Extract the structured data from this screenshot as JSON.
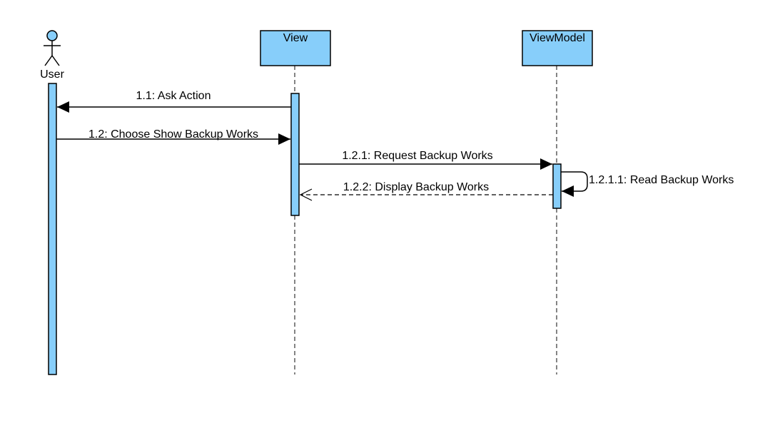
{
  "diagram": {
    "type": "sequence",
    "participants": [
      {
        "id": "user",
        "kind": "actor",
        "label": "User"
      },
      {
        "id": "view",
        "kind": "object",
        "label": "View"
      },
      {
        "id": "viewmodel",
        "kind": "object",
        "label": "ViewModel"
      }
    ],
    "messages": [
      {
        "id": "m1",
        "label": "1.1: Ask Action",
        "from": "view",
        "to": "user",
        "style": "sync"
      },
      {
        "id": "m2",
        "label": "1.2: Choose Show Backup Works",
        "from": "user",
        "to": "view",
        "style": "sync"
      },
      {
        "id": "m3",
        "label": "1.2.1: Request Backup Works",
        "from": "view",
        "to": "viewmodel",
        "style": "sync"
      },
      {
        "id": "m4",
        "label": "1.2.1.1: Read Backup Works",
        "from": "viewmodel",
        "to": "viewmodel",
        "style": "self"
      },
      {
        "id": "m5",
        "label": "1.2.2: Display Backup Works",
        "from": "viewmodel",
        "to": "view",
        "style": "return"
      }
    ]
  },
  "colors": {
    "box_fill": "#87CEFA",
    "stroke": "#000000",
    "lifeline": "#333333",
    "background": "#ffffff"
  }
}
